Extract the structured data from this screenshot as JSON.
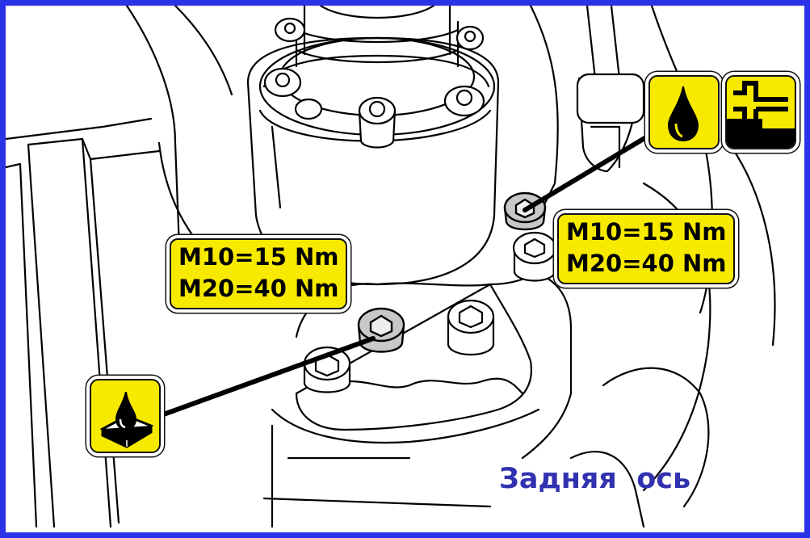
{
  "labels": {
    "left": {
      "line1": "M10=15 Nm",
      "line2": "M20=40 Nm"
    },
    "right": {
      "line1": "M10=15 Nm",
      "line2": "M20=40 Nm"
    }
  },
  "icons": {
    "oil_drop": "oil-drop-icon",
    "drain_plug": "drain-plug-level-icon",
    "sealant": "sealant-icon"
  },
  "caption": "Задняя  ось",
  "colors": {
    "frame": "#2b33e8",
    "label_fill": "#f7ea00",
    "caption": "#3232b0",
    "plug": "#c8c8c8"
  }
}
